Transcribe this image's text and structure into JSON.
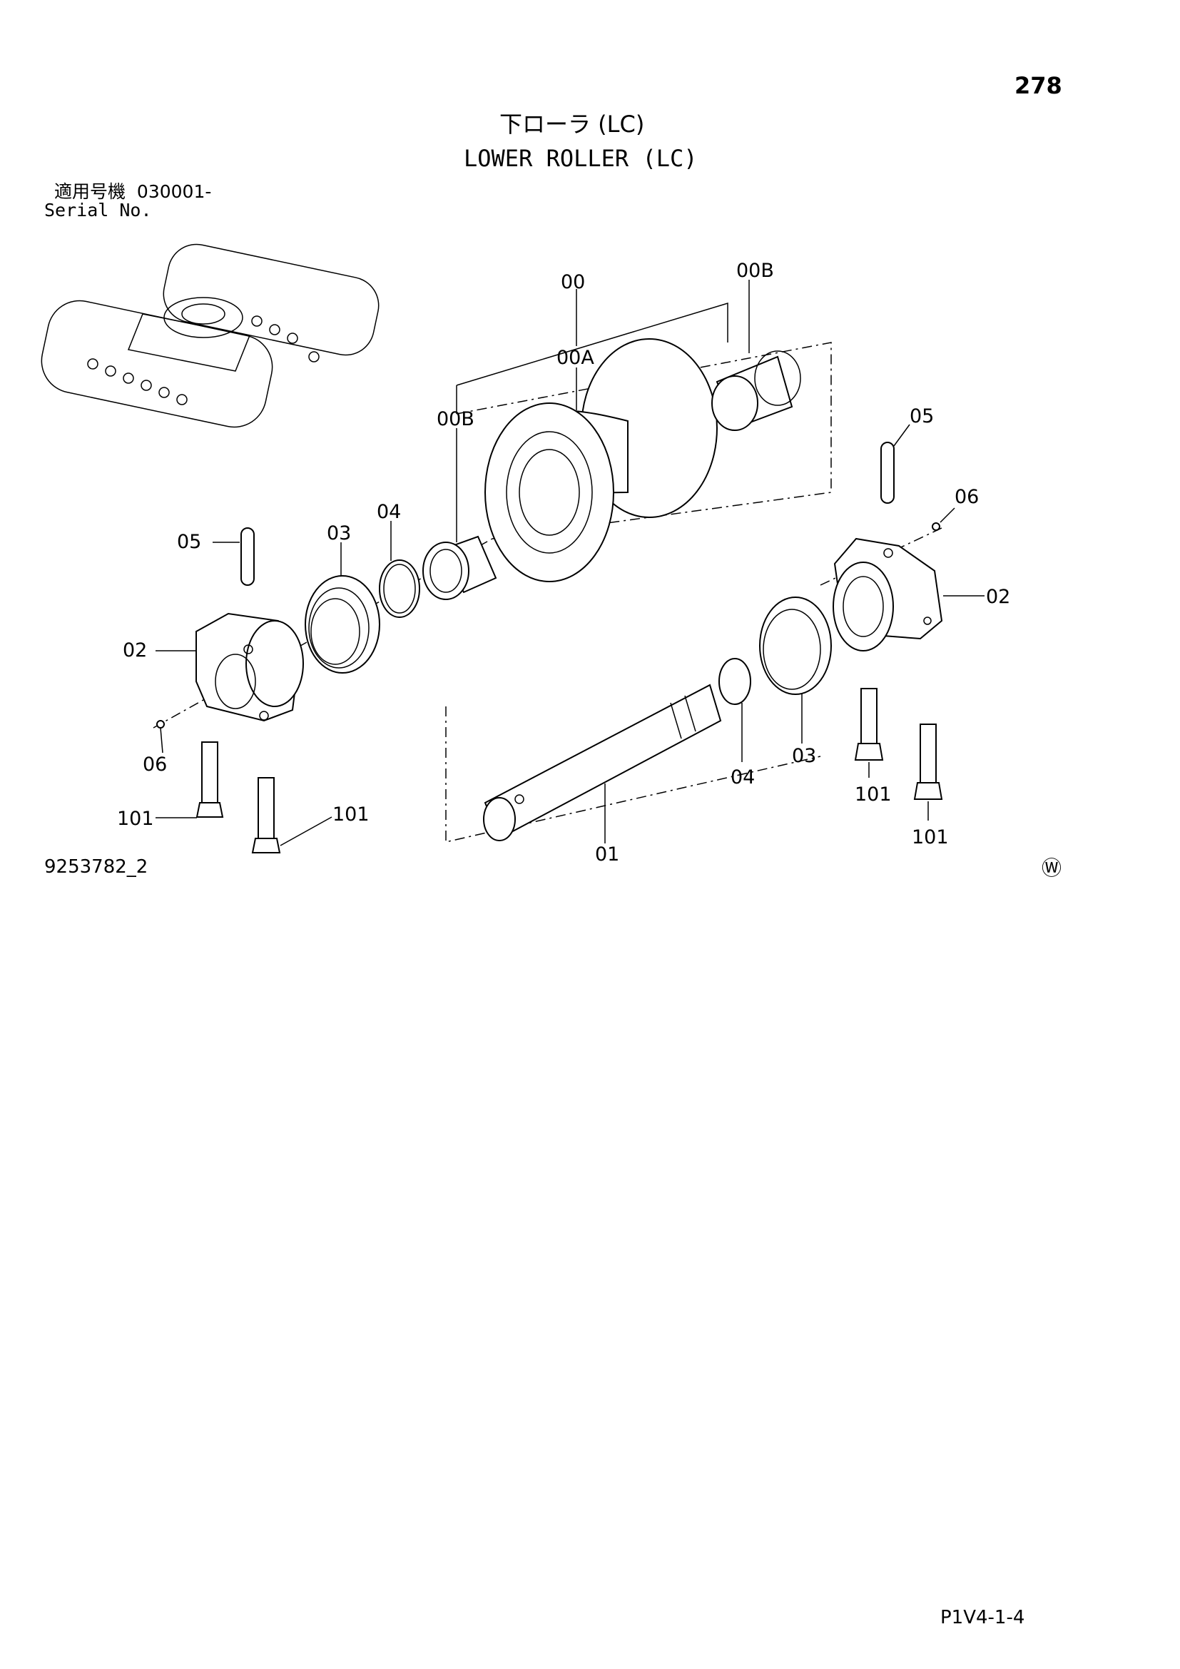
{
  "page": {
    "number": "278",
    "title_jp": "下ローラ (LC)",
    "title_en": "LOWER ROLLER (LC)",
    "serial_label_jp": "適用号機",
    "serial_value": "030001-",
    "serial_label_en": "Serial No.",
    "drawing_id": "9253782_2",
    "watermark_symbol": "Ⓦ",
    "footer_code": "P1V4-1-4"
  },
  "callouts": {
    "c00": "00",
    "c00A": "00A",
    "c00B_left": "00B",
    "c00B_right": "00B",
    "c05_left": "05",
    "c05_right": "05",
    "c06_left": "06",
    "c06_right": "06",
    "c03_left": "03",
    "c03_right": "03",
    "c04_left": "04",
    "c04_right": "04",
    "c02_left": "02",
    "c02_right": "02",
    "c01": "01",
    "c101_a": "101",
    "c101_b": "101",
    "c101_c": "101",
    "c101_d": "101"
  }
}
